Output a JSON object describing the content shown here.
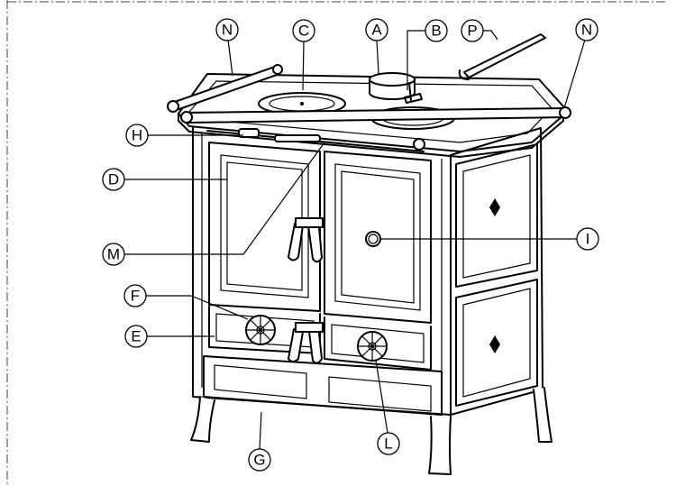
{
  "callouts": [
    {
      "id": "N1",
      "label": "N"
    },
    {
      "id": "C",
      "label": "C"
    },
    {
      "id": "A",
      "label": "A"
    },
    {
      "id": "B",
      "label": "B"
    },
    {
      "id": "P",
      "label": "P"
    },
    {
      "id": "N2",
      "label": "N"
    },
    {
      "id": "H",
      "label": "H"
    },
    {
      "id": "D",
      "label": "D"
    },
    {
      "id": "M",
      "label": "M"
    },
    {
      "id": "I",
      "label": "I"
    },
    {
      "id": "F",
      "label": "F"
    },
    {
      "id": "E",
      "label": "E"
    },
    {
      "id": "G",
      "label": "G"
    },
    {
      "id": "L",
      "label": "L"
    }
  ]
}
